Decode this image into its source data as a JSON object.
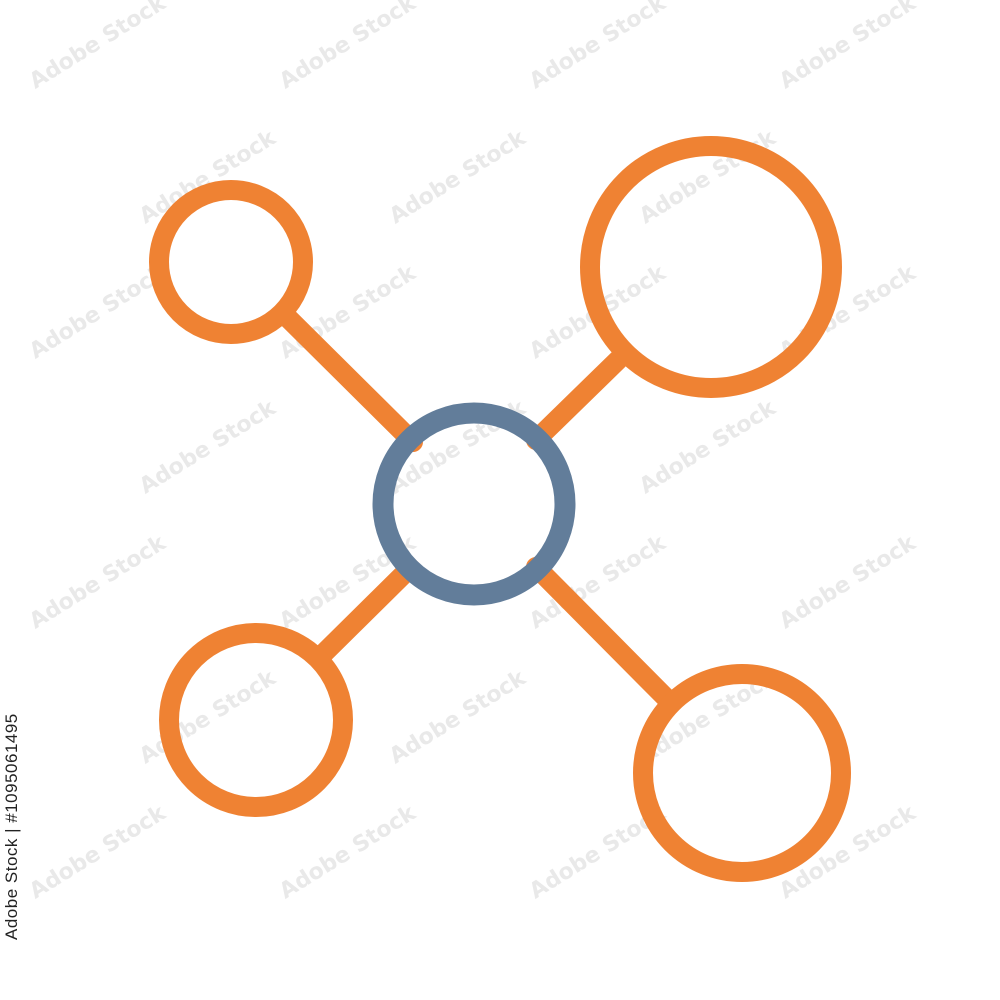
{
  "watermark": {
    "text": "Adobe Stock"
  },
  "side_id": {
    "text": "Adobe Stock | #1095061495"
  },
  "colors": {
    "background": "#ffffff",
    "hub_stroke": "#627d9a",
    "node_stroke": "#ef8233",
    "connector_stroke": "#ef8233",
    "watermark": "#e9e9e9"
  },
  "diagram": {
    "hub": {
      "name": "hub-node"
    },
    "nodes": [
      {
        "name": "node-top-left"
      },
      {
        "name": "node-top-right"
      },
      {
        "name": "node-bottom-left"
      },
      {
        "name": "node-bottom-right"
      }
    ]
  }
}
